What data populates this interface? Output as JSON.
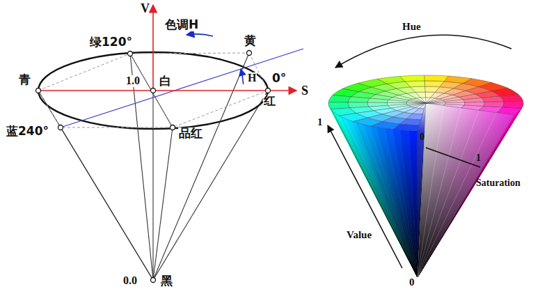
{
  "diagram": {
    "labels": [
      "V",
      "色调H",
      "绿120°",
      "黄",
      "青",
      "1.0",
      "白",
      "H",
      "0°",
      "S",
      "红",
      "蓝240°",
      "品红",
      "0.0",
      "黑",
      "Hue",
      "1",
      "0",
      "1",
      "Saturation",
      "Value",
      "0"
    ]
  }
}
